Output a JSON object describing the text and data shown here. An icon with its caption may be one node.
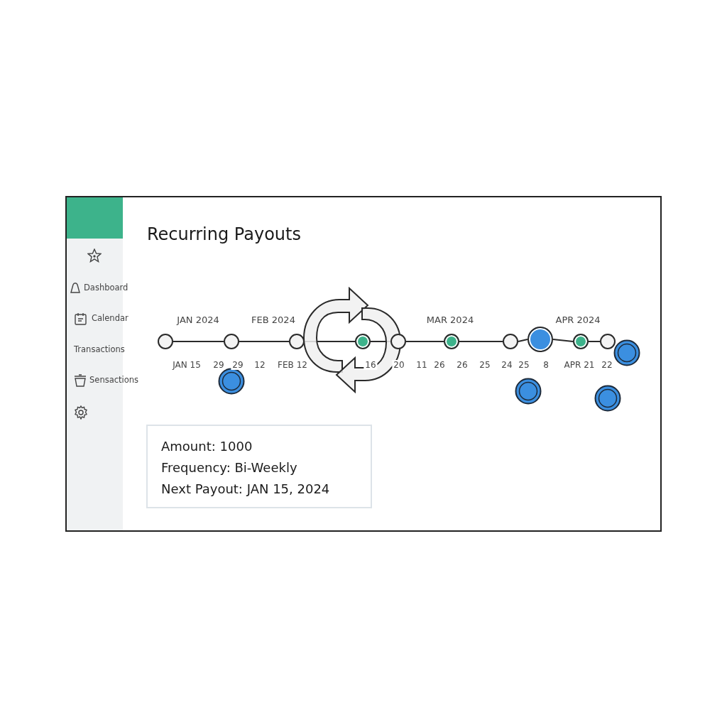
{
  "diagram": {
    "title": "Recurring Payouts",
    "nodes": [
      {
        "text": [],
        "shape": "circle"
      },
      {
        "text": [],
        "shape": "circle"
      },
      {
        "text": [],
        "shape": "circle"
      },
      {
        "text": [],
        "shape": "circle"
      },
      {
        "text": [],
        "shape": "circle"
      },
      {
        "text": [],
        "shape": "circle"
      },
      {
        "text": [],
        "shape": "circle"
      },
      {
        "text": [],
        "shape": "circle"
      },
      {
        "text": [],
        "shape": "circle"
      },
      {
        "text": [],
        "shape": "circle"
      },
      {
        "text": [
          "Amount: 1000",
          "Frequency: Bi-Weekly",
          "Next Payout: JAN 15, 2024"
        ]
      }
    ],
    "edges": [
      {
        "from": 0,
        "to": 1,
        "arrow": "none"
      },
      {
        "from": 1,
        "to": 2,
        "arrow": "none"
      },
      {
        "from": 2,
        "to": 3,
        "arrow": "none"
      },
      {
        "from": 3,
        "to": 4,
        "arrow": "none"
      },
      {
        "from": 4,
        "to": 5,
        "arrow": "none"
      },
      {
        "from": 5,
        "to": 6,
        "arrow": "none"
      },
      {
        "from": 6,
        "to": 7,
        "arrow": "none"
      },
      {
        "from": 7,
        "to": 8,
        "arrow": "none"
      },
      {
        "from": 8,
        "to": 9,
        "arrow": "none"
      }
    ],
    "labels": [
      "Dashboard",
      "Calendar",
      "Transactions",
      "Sensactions",
      "JAN 2024",
      "FEB 2024",
      "MAR 2024",
      "APR 2024",
      "JAN 15",
      "29",
      "29",
      "12",
      "FEB 12",
      "16",
      "20",
      "11",
      "26",
      "26",
      "25",
      "24",
      "25",
      "8",
      "APR 21",
      "22"
    ]
  }
}
